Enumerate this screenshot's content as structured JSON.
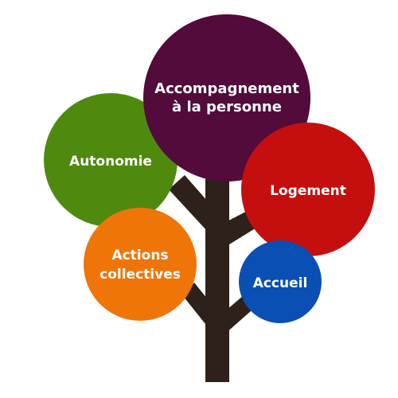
{
  "colors": {
    "trunk": "#2d2119",
    "accompagnement": "#520b3b",
    "autonomie": "#4f8a0e",
    "logement": "#c40f0e",
    "actions": "#ef7508",
    "accueil": "#0a4fb3",
    "label": "#ffffff"
  },
  "bubbles": {
    "accompagnement": {
      "line1": "Accompagnement",
      "line2": "à la personne"
    },
    "autonomie": {
      "line1": "Autonomie"
    },
    "logement": {
      "line1": "Logement"
    },
    "actions": {
      "line1": "Actions",
      "line2": "collectives"
    },
    "accueil": {
      "line1": "Accueil"
    }
  }
}
